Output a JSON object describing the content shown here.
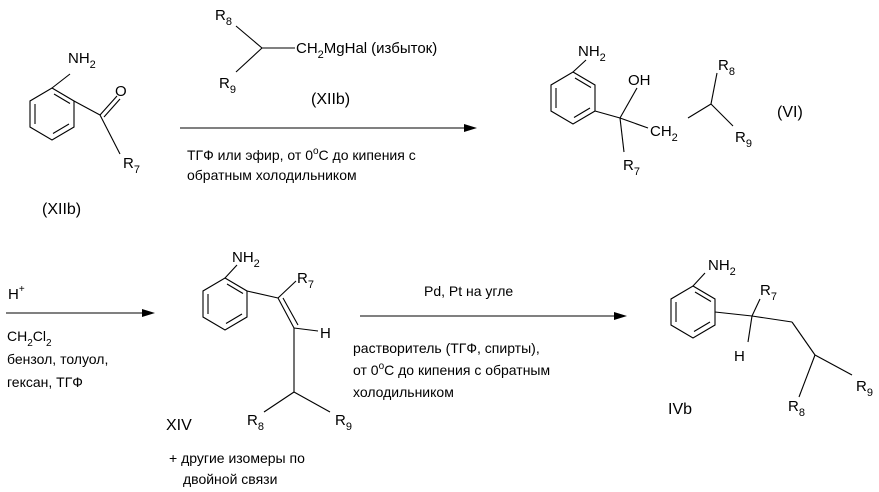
{
  "reactant_ketone": {
    "name": "(XIIb)",
    "groups": {
      "amino": "NH",
      "amino_sub": "2",
      "oxo": "O",
      "r": "R",
      "r_sub": "7"
    }
  },
  "grignard": {
    "name": "(XIIb)",
    "formula_a": "CH",
    "formula_sub": "2",
    "formula_b": "MgHal",
    "note": "(избыток)",
    "r8": "R",
    "r8_sub": "8",
    "r9": "R",
    "r9_sub": "9"
  },
  "step1": {
    "conditions_line1": "ТГФ или эфир, от 0",
    "conditions_sup": "o",
    "conditions_line1_end": "C до кипения с",
    "conditions_line2": "обратным холодильником"
  },
  "alcohol": {
    "name": "(VI)",
    "groups": {
      "amino": "NH",
      "amino_sub": "2",
      "oh": "OH",
      "ch2": "CH",
      "ch2_sub": "2",
      "r7": "R",
      "r7_sub": "7",
      "r8": "R",
      "r8_sub": "8",
      "r9": "R",
      "r9_sub": "9"
    }
  },
  "step2": {
    "acid": "H",
    "acid_sup": "+",
    "solvent1_a": "CH",
    "solvent1_sub1": "2",
    "solvent1_b": "Cl",
    "solvent1_sub2": "2",
    "solvent2": "бензол, толуол,",
    "solvent3": "гексан, ТГФ"
  },
  "alkene": {
    "name": "XIV",
    "note_line1": "+ другие изомеры по",
    "note_line2": "двойной связи",
    "groups": {
      "amino": "NH",
      "amino_sub": "2",
      "h": "H",
      "r7": "R",
      "r7_sub": "7",
      "r8": "R",
      "r8_sub": "8",
      "r9": "R",
      "r9_sub": "9"
    }
  },
  "step3": {
    "catalyst": "Pd, Pt на угле",
    "conditions_line1": "растворитель (ТГФ, спирты),",
    "conditions_line2_a": "от 0",
    "conditions_sup": "o",
    "conditions_line2_b": "C до кипения  с обратным",
    "conditions_line3": "холодильником"
  },
  "product": {
    "name": "IVb",
    "groups": {
      "amino": "NH",
      "amino_sub": "2",
      "h": "H",
      "r7": "R",
      "r7_sub": "7",
      "r8": "R",
      "r8_sub": "8",
      "r9": "R",
      "r9_sub": "9"
    }
  }
}
